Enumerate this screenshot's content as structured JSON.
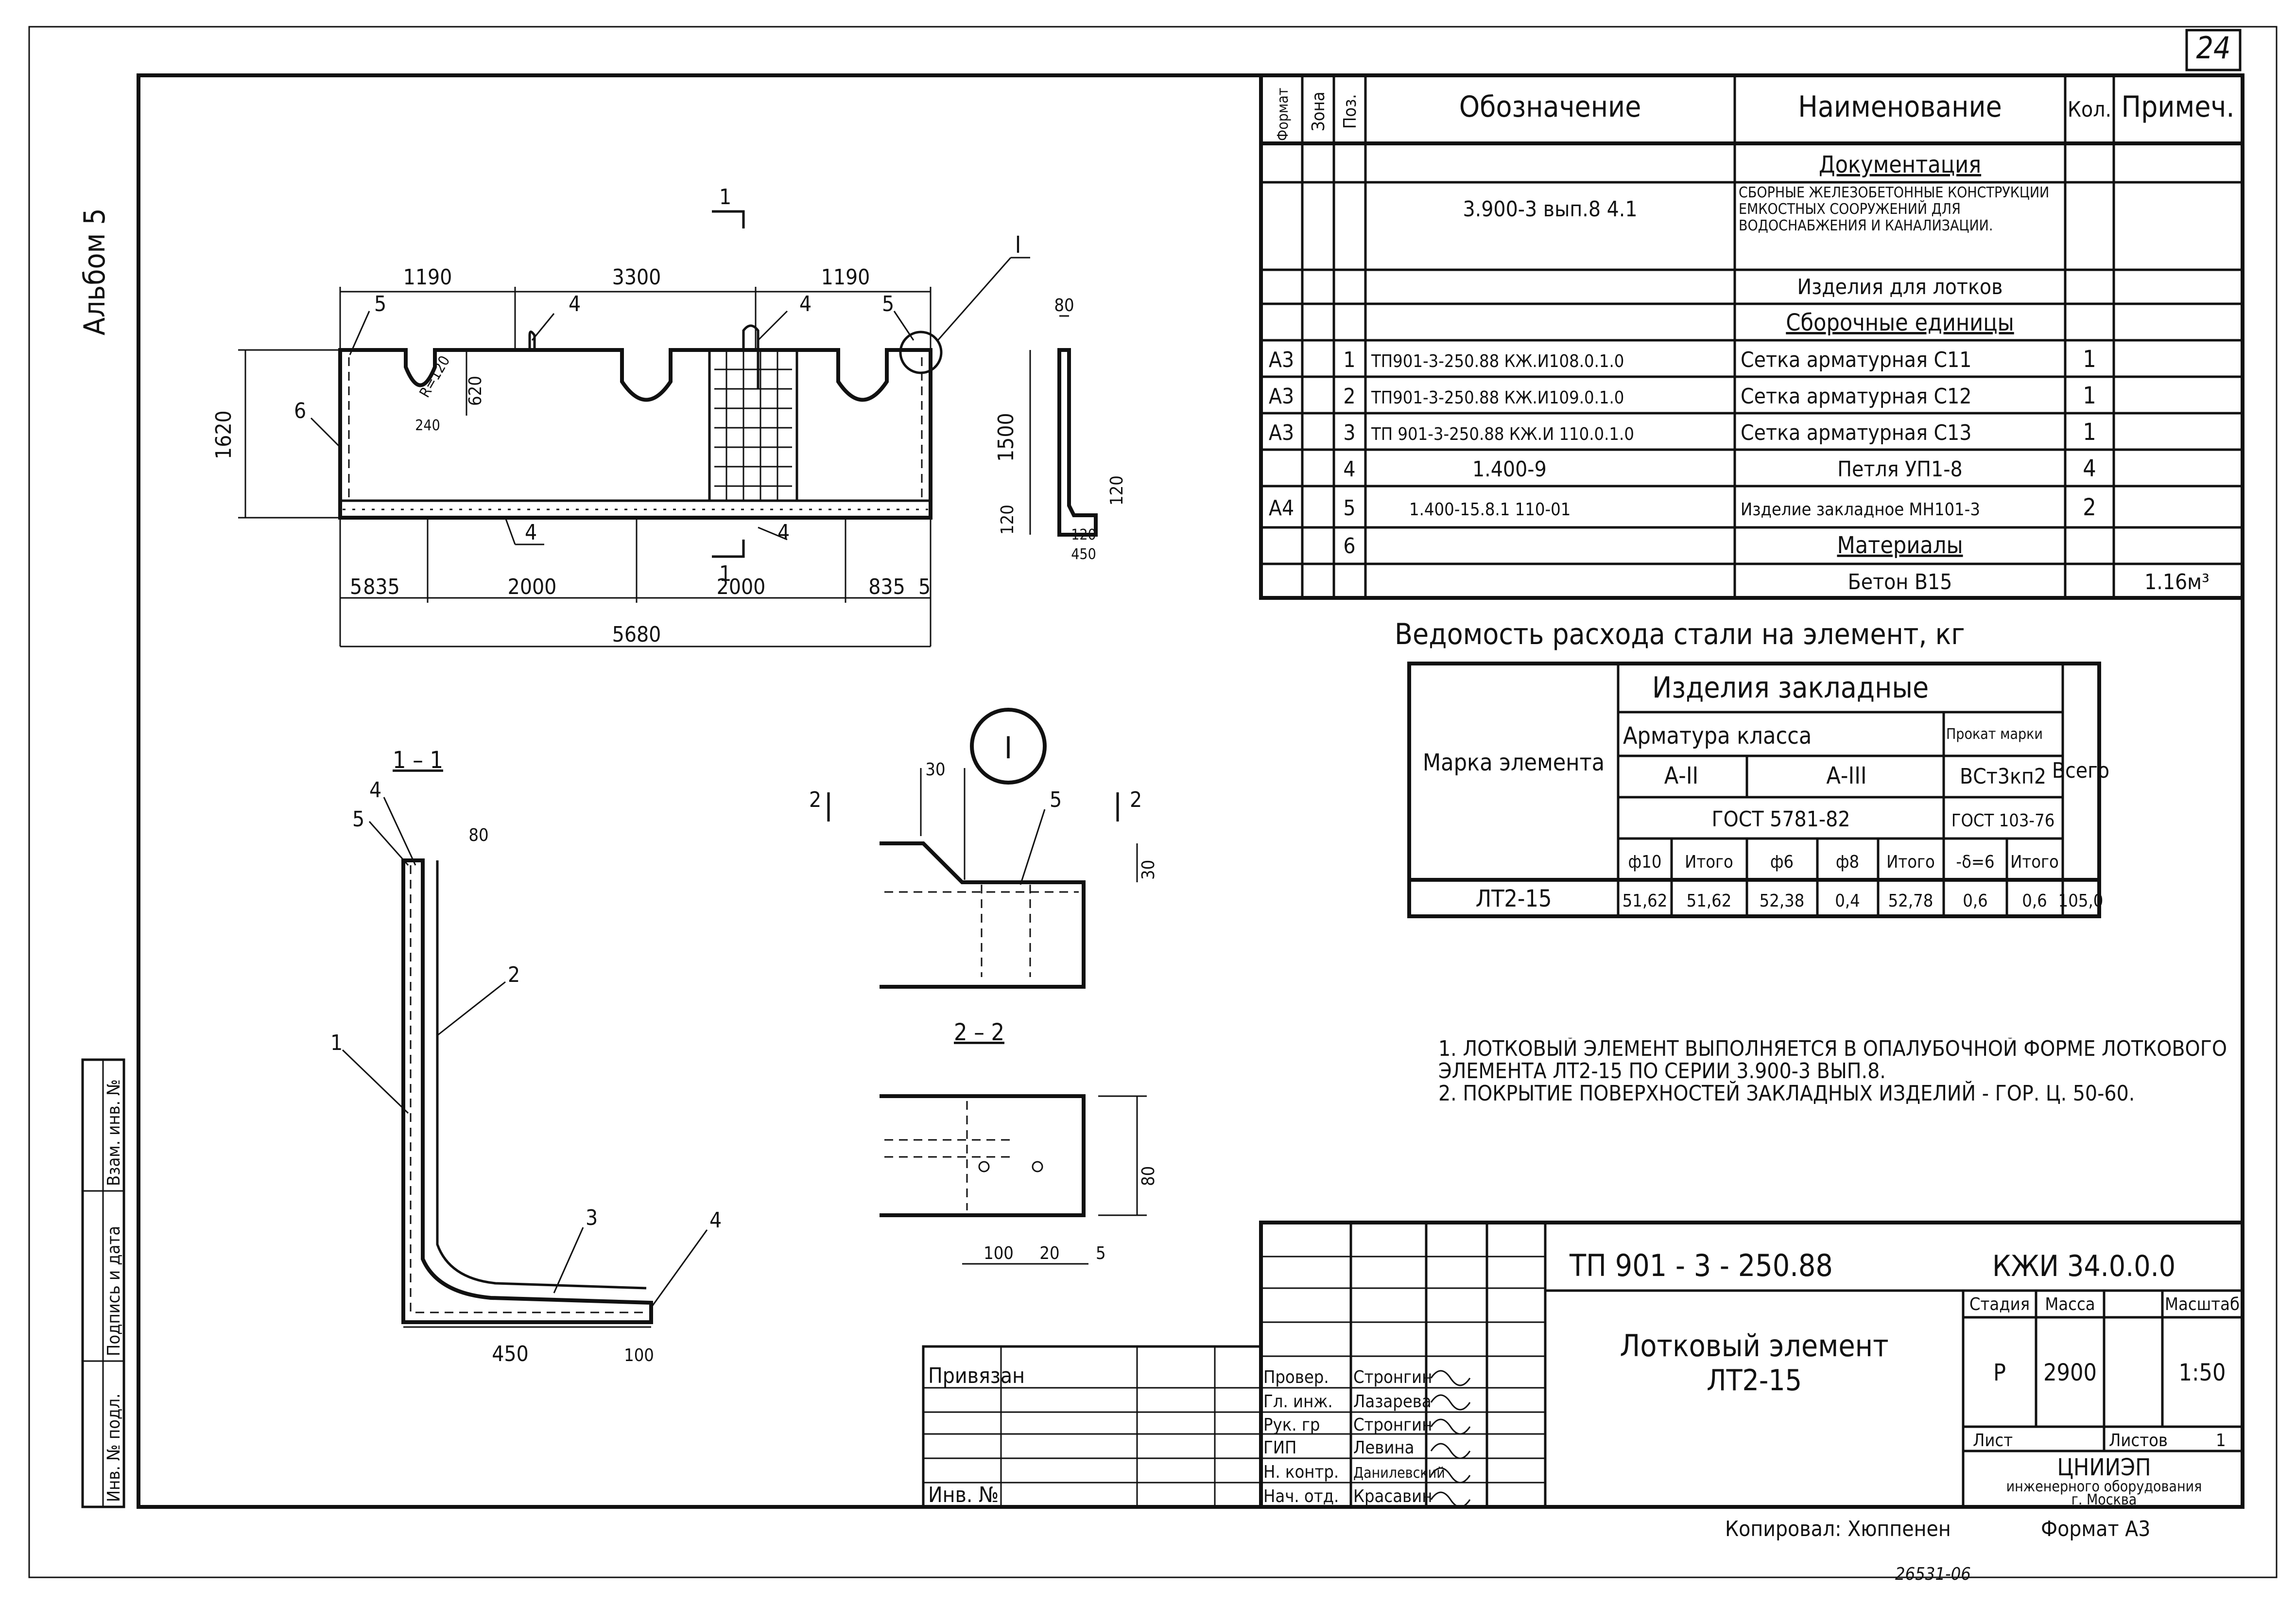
{
  "sheet": {
    "page_number": "24",
    "album": "Альбом 5",
    "drawing_code": "ТП 901 - 3 - 250.88",
    "kzhi_code": "КЖИ 34.0.0.0",
    "title_line1": "Лотковый элемент",
    "title_line2": "ЛТ2-15",
    "copied_by": "Копировал: Хюппенен",
    "format": "Формат А3",
    "stamp": "26531-06"
  },
  "spec": {
    "headers": {
      "format": "Формат",
      "zone": "Зона",
      "pos": "Поз.",
      "designation": "Обозначение",
      "name": "Наименование",
      "qty": "Кол.",
      "note": "Примеч."
    },
    "rows": [
      {
        "format": "",
        "pos": "",
        "designation": "",
        "name": "Документация",
        "qty": "",
        "note": "",
        "style": "section"
      },
      {
        "format": "",
        "pos": "",
        "designation": "3.900-3 вып.8 4.1",
        "name": "Сборные железобетонные конструкции емкостных сооружений для водоснабжения и канализации.",
        "qty": "",
        "note": "",
        "style": "doc"
      },
      {
        "format": "",
        "pos": "",
        "designation": "",
        "name": "Изделия для лотков",
        "qty": "",
        "note": "",
        "style": "plain"
      },
      {
        "format": "",
        "pos": "",
        "designation": "",
        "name": "Сборочные единицы",
        "qty": "",
        "note": "",
        "style": "section"
      },
      {
        "format": "А3",
        "pos": "1",
        "designation": "ТП901-3-250.88 КЖ.И108.0.1.0",
        "name": "Сетка арматурная С11",
        "qty": "1",
        "note": "",
        "style": "item"
      },
      {
        "format": "А3",
        "pos": "2",
        "designation": "ТП901-3-250.88 КЖ.И109.0.1.0",
        "name": "Сетка арматурная С12",
        "qty": "1",
        "note": "",
        "style": "item"
      },
      {
        "format": "А3",
        "pos": "3",
        "designation": "ТП 901-3-250.88 КЖ.И 110.0.1.0",
        "name": "Сетка арматурная С13",
        "qty": "1",
        "note": "",
        "style": "item"
      },
      {
        "format": "",
        "pos": "4",
        "designation": "1.400-9",
        "name": "Петля УП1-8",
        "qty": "4",
        "note": "",
        "style": "item"
      },
      {
        "format": "А4",
        "pos": "5",
        "designation": "1.400-15.8.1 110-01",
        "name": "Изделие закладное МН101-3",
        "qty": "2",
        "note": "",
        "style": "item"
      },
      {
        "format": "",
        "pos": "6",
        "designation": "",
        "name": "Материалы",
        "qty": "",
        "note": "",
        "style": "section"
      },
      {
        "format": "",
        "pos": "",
        "designation": "",
        "name": "Бетон В15",
        "qty": "",
        "note": "1.16м³",
        "style": "item"
      }
    ]
  },
  "steel": {
    "title": "Ведомость расхода стали на элемент, кг",
    "mark_header": "Марка элемента",
    "group_header": "Изделия закладные",
    "arm_header": "Арматура класса",
    "prokat_header": "Прокат марки",
    "class_a2": "А-II",
    "class_a3": "А-III",
    "steel_grade": "ВСт3кп2",
    "gost1": "ГОСТ 5781-82",
    "gost2": "ГОСТ 103-76",
    "total_header": "Всего",
    "sub_headers": [
      "ф10",
      "Итого",
      "ф6",
      "ф8",
      "Итого",
      "-δ=6",
      "Итого"
    ],
    "row": {
      "mark": "ЛТ2-15",
      "values": [
        "51,62",
        "51,62",
        "52,38",
        "0,4",
        "52,78",
        "0,6",
        "0,6"
      ],
      "total": "105,0"
    }
  },
  "notes": [
    "1. Лотковый элемент выполняется в опалубочной форме лоткового элемента ЛТ2-15 по серии 3.900-3 вып.8.",
    "2. Покрытие поверхностей закладных изделий - Гор. Ц. 50-60."
  ],
  "titleblock": {
    "privyazan": "Привязан",
    "inv_no": "Инв. №",
    "roles": [
      "Провер.",
      "Гл. инж.",
      "Рук. гр",
      "ГИП",
      "Н. контр.",
      "Нач. отд."
    ],
    "names": [
      "Стронгин",
      "Лазарева",
      "Стронгин",
      "Левина",
      "Данилевский",
      "Красавин"
    ],
    "stage_label": "Стадия",
    "mass_label": "Масса",
    "scale_label": "Масштаб",
    "stage": "Р",
    "mass": "2900",
    "scale": "1:50",
    "sheet_label": "Лист",
    "sheets_label": "Листов",
    "sheets": "1",
    "org1": "ЦНИИЭП",
    "org2": "инженерного оборудования",
    "org3": "г. Москва"
  },
  "side_labels": {
    "inv_podl": "Инв. № подл.",
    "podpis": "Подпись и дата",
    "vzam": "Взам. инв. №"
  },
  "views": {
    "elevation": {
      "section_mark": "1",
      "dims_top": [
        "1190",
        "3300",
        "1190"
      ],
      "dims_bottom": [
        "5",
        "835",
        "2000",
        "2000",
        "835",
        "5"
      ],
      "overall": "5680",
      "height": "1620",
      "notch_h": "620",
      "notch_w": "240",
      "notch_r": "R=120",
      "callouts": [
        "5",
        "4",
        "4",
        "5",
        "6",
        "4",
        "4"
      ],
      "detail_mark": "I"
    },
    "side": {
      "dims": [
        "80",
        "1500",
        "120",
        "120",
        "120",
        "450"
      ]
    },
    "section11": {
      "title": "1 – 1",
      "dims": [
        "80",
        "450",
        "100"
      ],
      "callouts": [
        "4",
        "5",
        "2",
        "1",
        "3",
        "4"
      ]
    },
    "detailI": {
      "mark": "I",
      "cut": "2",
      "dims": [
        "30",
        "30"
      ],
      "callout": "5"
    },
    "section22": {
      "title": "2 – 2",
      "dims": [
        "80",
        "100",
        "20",
        "5"
      ]
    }
  }
}
